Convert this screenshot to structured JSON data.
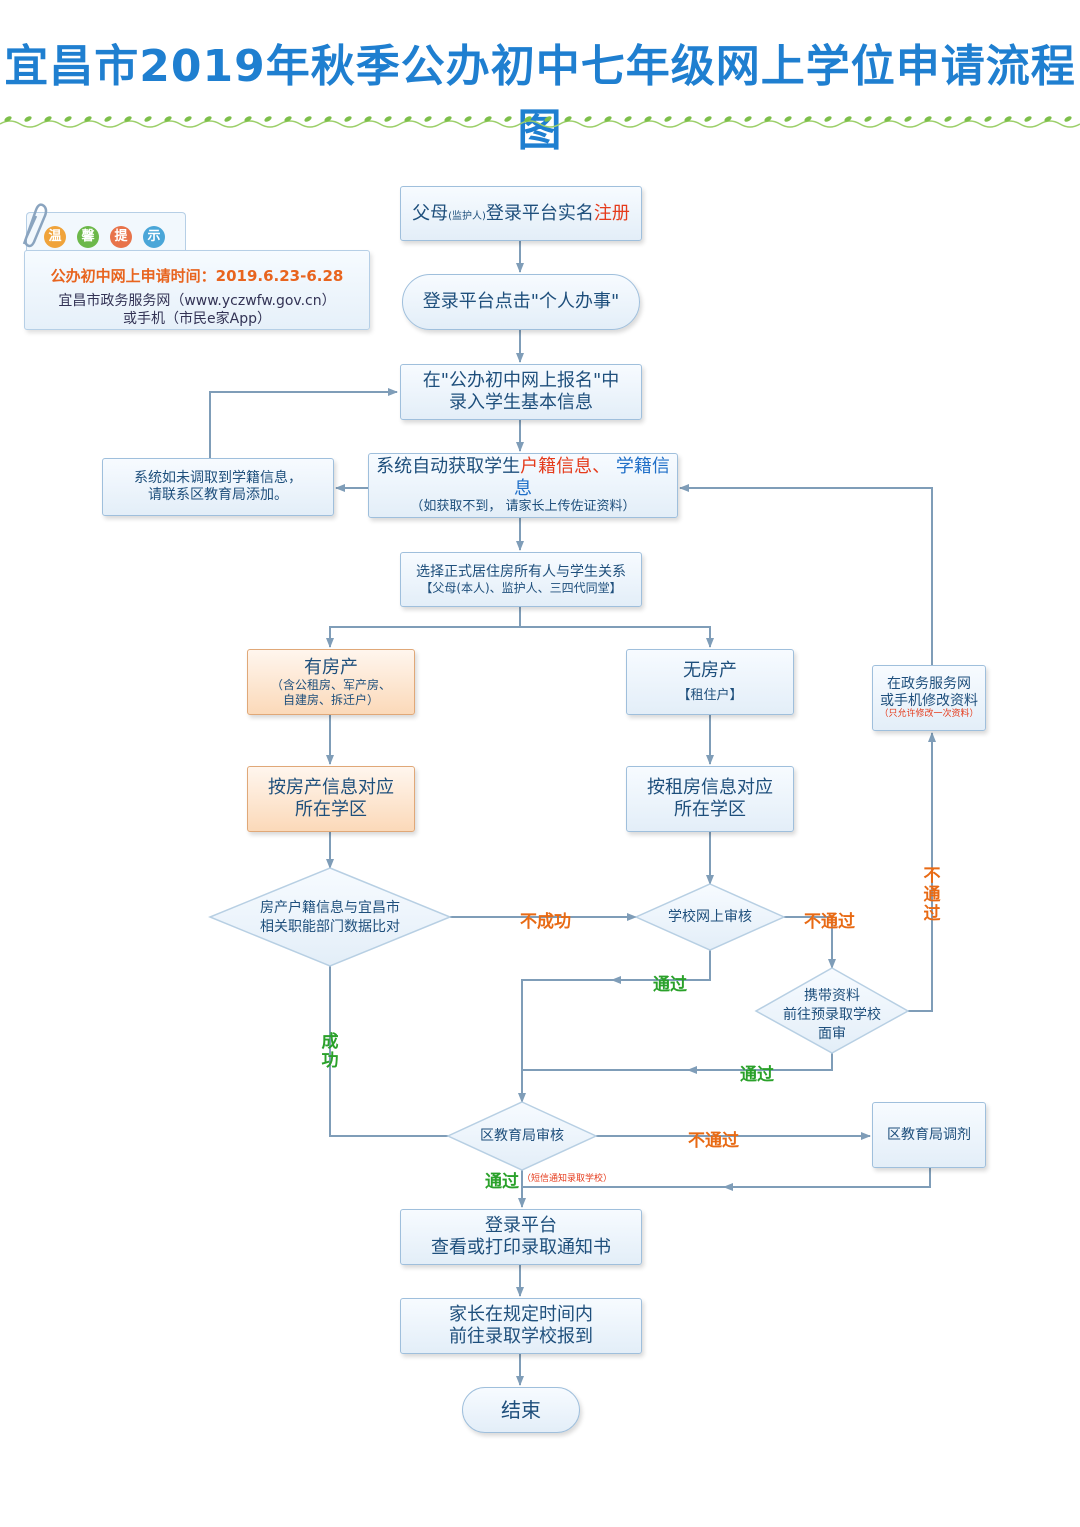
{
  "title": "宜昌市2019年秋季公办初中七年级网上学位申请流程图",
  "tip": {
    "chars": [
      "温",
      "馨",
      "提",
      "示"
    ],
    "time": "公办初中网上申请时间：2019.6.23-6.28",
    "line2": "宜昌市政务服务网（www.yczwfw.gov.cn）",
    "line3": "或手机（市民e家App）"
  },
  "nodes": {
    "register": {
      "a": "父母",
      "sub": "(监护人)",
      "b": "登录平台实名",
      "red": "注册"
    },
    "personal": "登录平台点击\"个人办事\"",
    "enter": {
      "l1": "在\"公办初中网上报名\"中",
      "l2": "录入学生基本信息"
    },
    "auto": {
      "a": "系统自动获取学生",
      "red": "户籍信息、",
      "blue": " 学籍信息",
      "sub": "（如获取不到，  请家长上传佐证资料）"
    },
    "contact": {
      "l1": "系统如未调取到学籍信息，",
      "l2": "请联系区教育局添加。"
    },
    "relation": {
      "l1": "选择正式居住房所有人与学生关系",
      "l2": "【父母(本人)、监护人、三四代同堂】"
    },
    "has_house": {
      "l1": "有房产",
      "l2": "（含公租房、军产房、",
      "l3": "自建房、拆迁户）"
    },
    "no_house": {
      "l1": "无房产",
      "l2": "【租住户】"
    },
    "by_house": {
      "l1": "按房产信息对应",
      "l2": "所在学区"
    },
    "by_rent": {
      "l1": "按租房信息对应",
      "l2": "所在学区"
    },
    "compare": {
      "l1": "房产户籍信息与宜昌市",
      "l2": "相关职能部门数据比对"
    },
    "school_review": "学校网上审核",
    "interview": {
      "l1": "携带资料",
      "l2": "前往预录取学校",
      "l3": "面审"
    },
    "modify": {
      "l1": "在政务服务网",
      "l2": "或手机修改资料",
      "l3": "（只允许修改一次资料）"
    },
    "district_review": "区教育局审核",
    "district_adjust": "区教育局调剂",
    "notice": {
      "l1": "登录平台",
      "l2": "查看或打印录取通知书"
    },
    "report": {
      "l1": "家长在规定时间内",
      "l2": "前往录取学校报到"
    },
    "end": "结束"
  },
  "labels": {
    "fail": "不成功",
    "not_pass": "不通过",
    "pass": "通过",
    "success": "成功",
    "sms": "（短信通知录取学校）"
  },
  "colors": {
    "title": "#1f7fd0",
    "arrow": "#7f9db8",
    "green": "#2aa12a",
    "orange": "#e86a14",
    "red": "#e53b1c",
    "bubbles": [
      "#f0a33a",
      "#6cb84a",
      "#e8734a",
      "#4aa6d8"
    ]
  }
}
